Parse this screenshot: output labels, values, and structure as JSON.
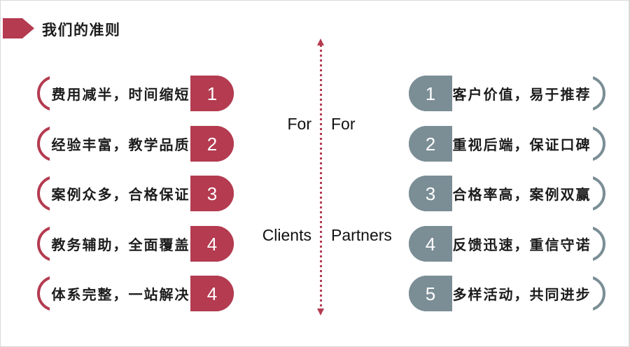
{
  "slide": {
    "title": "我们的准则"
  },
  "colors": {
    "accent_red": "#b43b50",
    "accent_slate": "#7b8e96",
    "text": "#1c1c1c",
    "frame": "#d9d9d9"
  },
  "axis": {
    "top_left_label": "For",
    "top_right_label": "For",
    "bottom_left_label": "Clients",
    "bottom_right_label": "Partners"
  },
  "client_principles": {
    "items": [
      {
        "num": "1",
        "text": "费用减半，时间缩短"
      },
      {
        "num": "2",
        "text": "经验丰富，教学品质"
      },
      {
        "num": "3",
        "text": "案例众多，合格保证"
      },
      {
        "num": "4",
        "text": "教务辅助，全面覆盖"
      },
      {
        "num": "4",
        "text": "体系完整，一站解决"
      }
    ]
  },
  "partner_principles": {
    "items": [
      {
        "num": "1",
        "text": "客户价值，易于推荐"
      },
      {
        "num": "2",
        "text": "重视后端，保证口碑"
      },
      {
        "num": "3",
        "text": "合格率高，案例双赢"
      },
      {
        "num": "4",
        "text": "反馈迅速，重信守诺"
      },
      {
        "num": "5",
        "text": "多样活动，共同进步"
      }
    ]
  }
}
